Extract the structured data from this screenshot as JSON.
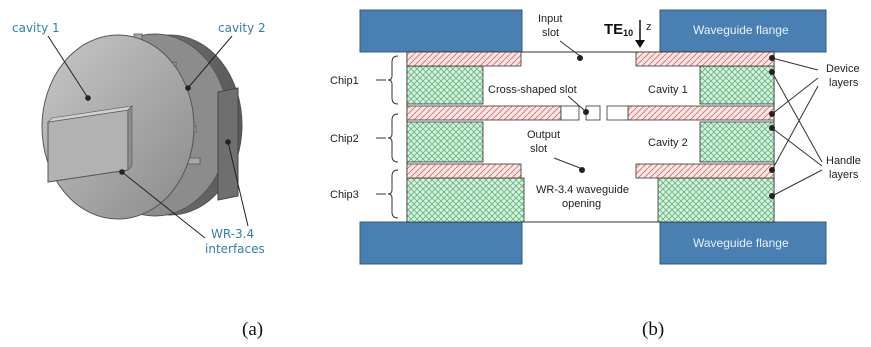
{
  "panel_a": {
    "cavity1": "cavity 1",
    "cavity2": "cavity 2",
    "interfaces_line1": "WR-3.4",
    "interfaces_line2": "interfaces",
    "caption": "(a)"
  },
  "panel_b": {
    "flange_top_right": "Waveguide flange",
    "flange_bottom_right": "Waveguide flange",
    "input_slot_line1": "Input",
    "input_slot_line2": "slot",
    "te_mode": "TE",
    "te_sub": "10",
    "z_axis": "z",
    "chip1": "Chip1",
    "chip2": "Chip2",
    "chip3": "Chip3",
    "cross_slot": "Cross-shaped slot",
    "cavity1": "Cavity 1",
    "cavity2": "Cavity 2",
    "output_slot_line1": "Output",
    "output_slot_line2": "slot",
    "opening_line1": "WR-3.4 waveguide",
    "opening_line2": "opening",
    "device_line1": "Device",
    "device_line2": "layers",
    "handle_line1": "Handle",
    "handle_line2": "layers",
    "caption": "(b)"
  },
  "colors": {
    "flange": "#4a7fb2",
    "handle": "#9fd8b0",
    "device": "#f2c6c6",
    "cavity_label": "#2f7fae"
  }
}
